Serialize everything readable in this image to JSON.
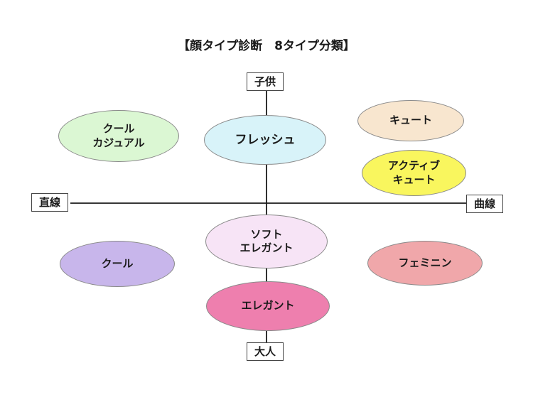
{
  "title": "【顔タイプ診断　8タイプ分類】",
  "axes": {
    "top": "子供",
    "bottom": "大人",
    "left": "直線",
    "right": "曲線",
    "line_color": "#1a1a1a"
  },
  "types": {
    "cool_casual": {
      "label": "クール\nカジュアル",
      "bg": "#dbf7d3"
    },
    "fresh": {
      "label": "フレッシュ",
      "bg": "#d8f3f9"
    },
    "cute": {
      "label": "キュート",
      "bg": "#f8e6cf"
    },
    "active_cute": {
      "label": "アクティブ\nキュート",
      "bg": "#f9f65e"
    },
    "soft_elegant": {
      "label": "ソフト\nエレガント",
      "bg": "#f7e4f6"
    },
    "cool": {
      "label": "クール",
      "bg": "#c8b6eb"
    },
    "feminine": {
      "label": "フェミニン",
      "bg": "#f0a7aa"
    },
    "elegant": {
      "label": "エレガント",
      "bg": "#ee7fae"
    }
  }
}
